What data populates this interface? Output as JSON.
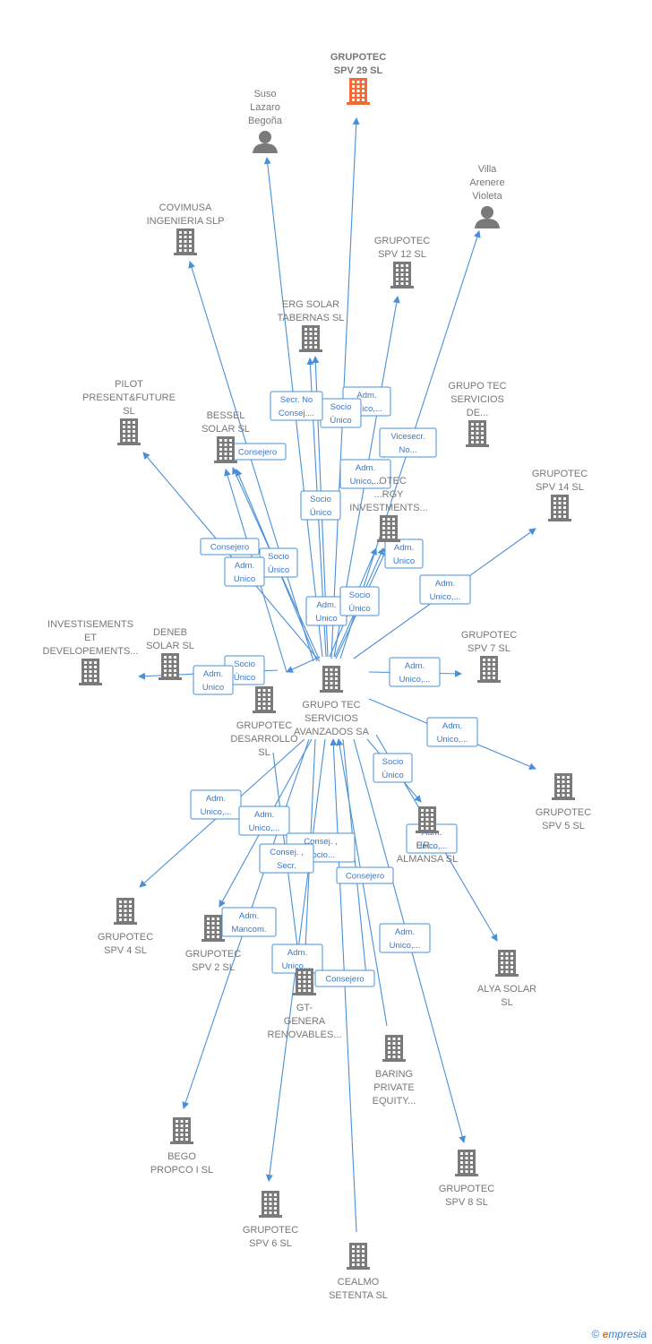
{
  "colors": {
    "edge": "#4a90d9",
    "company": "#7a7a7a",
    "focus": "#f26b36",
    "person": "#7a7a7a"
  },
  "nodes": [
    {
      "id": "n_spv29",
      "type": "company",
      "focus": true,
      "label": [
        "GRUPOTEC",
        "SPV 29  SL"
      ]
    },
    {
      "id": "n_suso",
      "type": "person",
      "label": [
        "Suso",
        "Lazaro",
        "Begoña"
      ]
    },
    {
      "id": "n_villa",
      "type": "person",
      "label": [
        "Villa",
        "Arenere",
        "Violeta"
      ]
    },
    {
      "id": "n_covimusa",
      "type": "company",
      "label": [
        "COVIMUSA",
        "INGENIERIA SLP"
      ]
    },
    {
      "id": "n_spv12",
      "type": "company",
      "label": [
        "GRUPOTEC",
        "SPV 12  SL"
      ]
    },
    {
      "id": "n_erg",
      "type": "company",
      "label": [
        "ERG SOLAR",
        "TABERNAS  SL"
      ]
    },
    {
      "id": "n_pilot",
      "type": "company",
      "label": [
        "PILOT",
        "PRESENT&FUTURE",
        "SL"
      ]
    },
    {
      "id": "n_bessel",
      "type": "company",
      "label": [
        "BESSEL",
        "SOLAR  SL"
      ]
    },
    {
      "id": "n_gtsd",
      "type": "company",
      "label": [
        "GRUPO TEC",
        "SERVICIOS",
        "DE..."
      ]
    },
    {
      "id": "n_energy",
      "type": "company",
      "label": [
        "...OTEC",
        "...RGY",
        "INVESTMENTS..."
      ]
    },
    {
      "id": "n_spv14",
      "type": "company",
      "label": [
        "GRUPOTEC",
        "SPV 14  SL"
      ]
    },
    {
      "id": "n_invest",
      "type": "company",
      "label": [
        "INVESTISEMENTS",
        "ET",
        "DEVELOPEMENTS..."
      ]
    },
    {
      "id": "n_deneb",
      "type": "company",
      "label": [
        "DENEB",
        "SOLAR  SL"
      ]
    },
    {
      "id": "n_spv7",
      "type": "company",
      "label": [
        "GRUPOTEC",
        "SPV 7  SL"
      ]
    },
    {
      "id": "n_center",
      "type": "company",
      "label": [
        "GRUPO TEC",
        "SERVICIOS",
        "AVANZADOS SA"
      ]
    },
    {
      "id": "n_desarrollo",
      "type": "company",
      "label": [
        "GRUPOTEC",
        "DESARROLLO",
        "SL"
      ]
    },
    {
      "id": "n_spv5",
      "type": "company",
      "label": [
        "GRUPOTEC",
        "SPV 5  SL"
      ]
    },
    {
      "id": "n_almansa",
      "type": "company",
      "label": [
        "ER...",
        "ALMANSA  SL"
      ]
    },
    {
      "id": "n_spv4",
      "type": "company",
      "label": [
        "GRUPOTEC",
        "SPV 4  SL"
      ]
    },
    {
      "id": "n_spv2",
      "type": "company",
      "label": [
        "GRUPOTEC",
        "SPV 2  SL"
      ]
    },
    {
      "id": "n_alya",
      "type": "company",
      "label": [
        "ALYA SOLAR",
        "SL"
      ]
    },
    {
      "id": "n_gtgenera",
      "type": "company",
      "label": [
        "GT-",
        "GENERA",
        "RENOVABLES..."
      ]
    },
    {
      "id": "n_baring",
      "type": "company",
      "label": [
        "BARING",
        "PRIVATE",
        "EQUITY..."
      ]
    },
    {
      "id": "n_bego",
      "type": "company",
      "label": [
        "BEGO",
        "PROPCO I  SL"
      ]
    },
    {
      "id": "n_spv8",
      "type": "company",
      "label": [
        "GRUPOTEC",
        "SPV 8  SL"
      ]
    },
    {
      "id": "n_spv6",
      "type": "company",
      "label": [
        "GRUPOTEC",
        "SPV 6  SL"
      ]
    },
    {
      "id": "n_cealmo",
      "type": "company",
      "label": [
        "CEALMO",
        "SETENTA  SL"
      ]
    }
  ],
  "edges": [
    {
      "id": "e1",
      "label": [
        "Adm.",
        "Unico,..."
      ]
    },
    {
      "id": "e2",
      "label": [
        "Socio",
        "Único"
      ]
    },
    {
      "id": "e3",
      "label": [
        "Secr.  No",
        "Consej...."
      ]
    },
    {
      "id": "e4",
      "label": [
        "Consejero"
      ]
    },
    {
      "id": "e5",
      "label": [
        "Vicesecr.",
        "No..."
      ]
    },
    {
      "id": "e6",
      "label": [
        "Adm.",
        "Unico,..."
      ]
    },
    {
      "id": "e7",
      "label": [
        "Socio",
        "Único"
      ]
    },
    {
      "id": "e8",
      "label": [
        "Consejero"
      ]
    },
    {
      "id": "e9",
      "label": [
        "Socio",
        "Único"
      ]
    },
    {
      "id": "e10",
      "label": [
        "Adm.",
        "Unico"
      ]
    },
    {
      "id": "e11",
      "label": [
        "Adm.",
        "Unico"
      ]
    },
    {
      "id": "e12",
      "label": [
        "Adm.",
        "Unico,..."
      ]
    },
    {
      "id": "e13",
      "label": [
        "Adm.",
        "Unico"
      ]
    },
    {
      "id": "e14",
      "label": [
        "Socio",
        "Único"
      ]
    },
    {
      "id": "e15",
      "label": [
        "Socio",
        "Único"
      ]
    },
    {
      "id": "e16",
      "label": [
        "Adm.",
        "Unico"
      ]
    },
    {
      "id": "e17",
      "label": [
        "Adm.",
        "Unico,..."
      ]
    },
    {
      "id": "e18",
      "label": [
        "Adm.",
        "Unico,..."
      ]
    },
    {
      "id": "e19",
      "label": [
        "Socio",
        "Único"
      ]
    },
    {
      "id": "e20",
      "label": [
        "Adm.",
        "Unico,..."
      ]
    },
    {
      "id": "e21",
      "label": [
        "Adm.",
        "Unico,..."
      ]
    },
    {
      "id": "e22",
      "label": [
        "Adm.",
        "Unico,..."
      ]
    },
    {
      "id": "e23",
      "label": [
        "Consej. ,",
        "Socio..."
      ]
    },
    {
      "id": "e24",
      "label": [
        "Consej. ,",
        "Secr."
      ]
    },
    {
      "id": "e25",
      "label": [
        "Consejero"
      ]
    },
    {
      "id": "e26",
      "label": [
        "Adm.",
        "Mancom."
      ]
    },
    {
      "id": "e27",
      "label": [
        "Adm.",
        "Unico,..."
      ]
    },
    {
      "id": "e28",
      "label": [
        "Adm.",
        "Unico,..."
      ]
    },
    {
      "id": "e29",
      "label": [
        "Consejero"
      ]
    }
  ],
  "branding": {
    "copyright": "©",
    "brand_e": "e",
    "brand_rest": "mpresia"
  }
}
